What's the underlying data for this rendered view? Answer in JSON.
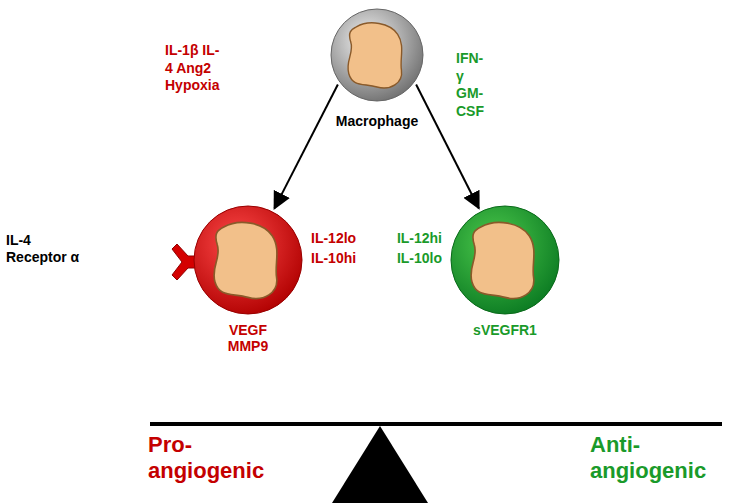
{
  "diagram": {
    "nodes": [
      {
        "text": [
          "Macrophage"
        ]
      },
      {
        "text": [
          "IL-12lo",
          "IL-10hi",
          "VEGF MMP9"
        ]
      },
      {
        "text": [
          "IL-12hi",
          "IL-10lo",
          "sVEGFR1"
        ]
      }
    ],
    "edges": [
      {
        "from": 0,
        "to": 1,
        "arrow": "to",
        "label": "IL-1β IL-4 Ang2 Hypoxia"
      },
      {
        "from": 0,
        "to": 2,
        "arrow": "to",
        "label": "IFN-γ GM-CSF"
      }
    ],
    "labels": [
      "IL-4 Receptor α",
      "Pro-angiogenic",
      "Anti-angiogenic"
    ]
  }
}
